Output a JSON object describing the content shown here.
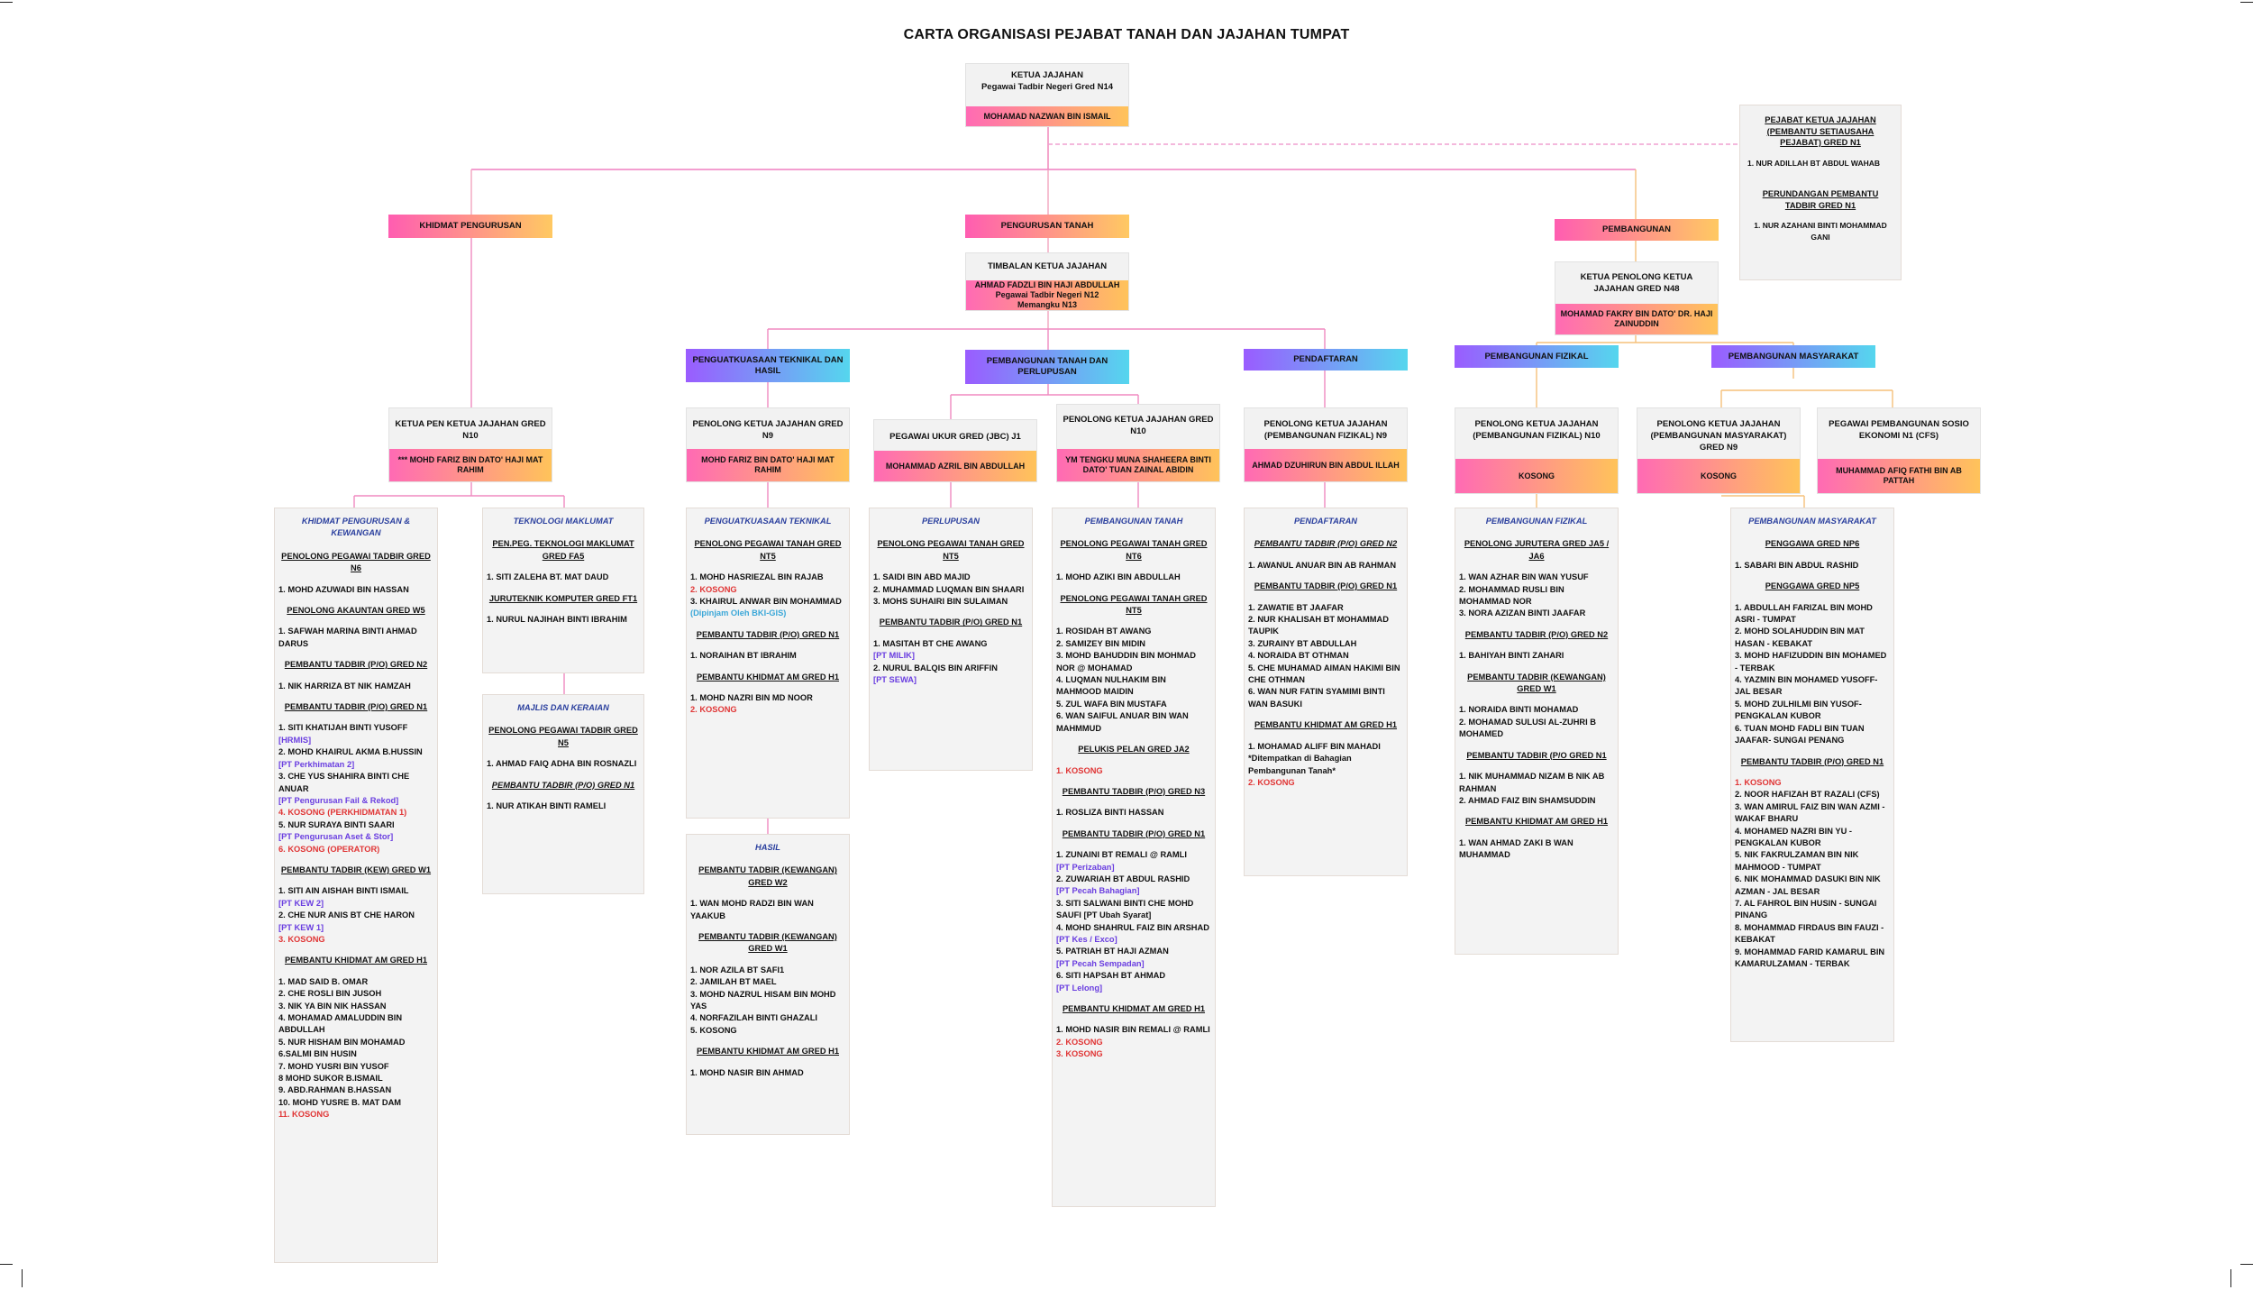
{
  "title": "CARTA ORGANISASI PEJABAT TANAH DAN JAJAHAN TUMPAT",
  "colors": {
    "warm_start": "#ff5db1",
    "warm_end": "#ffc962",
    "cool_start": "#9a5cff",
    "cool_end": "#55d6ee",
    "kosong": "#e03535",
    "tag": "#6a3ee0",
    "column_title": "#2a3f9e"
  },
  "ketua": {
    "title": "KETUA JAJAHAN",
    "grade": "Pegawai Tadbir Negeri Gred N14",
    "name": "MOHAMAD NAZWAN BIN ISMAIL"
  },
  "pejabat_ketua": {
    "heading1": "PEJABAT KETUA JAJAHAN (PEMBANTU SETIAUSAHA PEJABAT) GRED N1",
    "item1": "1.    NUR ADILLAH BT ABDUL WAHAB",
    "heading2": "PERUNDANGAN PEMBANTU TADBIR GRED N1",
    "item2": "1.    NUR AZAHANI BINTI MOHAMMAD GANI"
  },
  "divisions": {
    "khidmat": "KHIDMAT PENGURUSAN",
    "pengurusan_tanah": "PENGURUSAN TANAH",
    "pembangunan": "PEMBANGUNAN"
  },
  "timbalan": {
    "title": "TIMBALAN KETUA JAJAHAN",
    "name": "AHMAD FADZLI BIN HAJI ABDULLAH",
    "grade": "Pegawai Tadbir Negeri N12",
    "note": "Memangku N13"
  },
  "ketua_penolong": {
    "title": "KETUA PENOLONG KETUA JAJAHAN GRED N48",
    "name": "MOHAMAD FAKRY BIN DATO' DR. HAJI ZAINUDDIN"
  },
  "units": {
    "penguatkuasaan": "PENGUATKUASAAN TEKNIKAL DAN HASIL",
    "pembangunan_tanah": "PEMBANGUNAN TANAH DAN PERLUPUSAN",
    "pendaftaran": "PENDAFTARAN",
    "fizikal": "PEMBANGUNAN FIZIKAL",
    "masyarakat": "PEMBANGUNAN MASYARAKAT"
  },
  "heads": {
    "khidmat": {
      "title": "KETUA PEN KETUA JAJAHAN GRED N10",
      "name": "*** MOHD FARIZ BIN DATO' HAJI MAT RAHIM"
    },
    "penguatkuasaan": {
      "title": "PENOLONG KETUA JAJAHAN GRED N9",
      "name": "MOHD FARIZ BIN DATO' HAJI MAT RAHIM"
    },
    "ukur": {
      "title": "PEGAWAI UKUR GRED (JBC) J1",
      "name": "MOHAMMAD AZRIL BIN ABDULLAH"
    },
    "pembangunan_tanah": {
      "title": "PENOLONG KETUA JAJAHAN GRED N10",
      "name": "YM TENGKU MUNA SHAHEERA BINTI DATO' TUAN ZAINAL ABIDIN"
    },
    "pendaftaran": {
      "title": "PENOLONG KETUA JAJAHAN (PEMBANGUNAN FIZIKAL) N9",
      "name": "AHMAD DZUHIRUN BIN ABDUL ILLAH"
    },
    "fizikal": {
      "title": "PENOLONG KETUA JAJAHAN (PEMBANGUNAN FIZIKAL) N10",
      "name": "KOSONG"
    },
    "masyarakat": {
      "title": "PENOLONG KETUA JAJAHAN (PEMBANGUNAN MASYARAKAT) GRED N9",
      "name": "KOSONG"
    },
    "sosio": {
      "title": "PEGAWAI PEMBANGUNAN SOSIO EKONOMI N1 (CFS)",
      "name": "MUHAMMAD AFIQ FATHI BIN AB PATTAH"
    }
  },
  "panels": {
    "khidmat": {
      "title": "KHIDMAT PENGURUSAN & KEWANGAN",
      "groups": [
        {
          "heading": "PENOLONG PEGAWAI TADBIR GRED N6",
          "items": [
            {
              "t": "1. MOHD AZUWADI BIN HASSAN"
            }
          ]
        },
        {
          "heading": "PENOLONG AKAUNTAN GRED W5",
          "items": [
            {
              "t": "1. SAFWAH MARINA BINTI AHMAD DARUS"
            }
          ]
        },
        {
          "heading": "PEMBANTU TADBIR (P/O) GRED N2",
          "items": [
            {
              "t": "1. NIK HARRIZA BT NIK HAMZAH"
            }
          ]
        },
        {
          "heading": "PEMBANTU TADBIR (P/O) GRED N1",
          "items": [
            {
              "t": "1. SITI KHATIJAH BINTI YUSOFF"
            },
            {
              "t": "[HRMIS]",
              "c": "pur"
            },
            {
              "t": "2. MOHD KHAIRUL AKMA B.HUSSIN"
            },
            {
              "t": "[PT Perkhimatan 2]",
              "c": "pur"
            },
            {
              "t": "3. CHE YUS SHAHIRA BINTI CHE ANUAR"
            },
            {
              "t": "[PT Pengurusan Fail & Rekod]",
              "c": "pur"
            },
            {
              "t": "4. KOSONG (PERKHIDMATAN 1)",
              "c": "red"
            },
            {
              "t": "5. NUR SURAYA BINTI SAARI"
            },
            {
              "t": "[PT Pengurusan Aset & Stor]",
              "c": "pur"
            },
            {
              "t": "6. KOSONG (OPERATOR)",
              "c": "red"
            }
          ]
        },
        {
          "heading": "PEMBANTU TADBIR (KEW) GRED W1",
          "items": [
            {
              "t": "1. SITI AIN AISHAH BINTI ISMAIL"
            },
            {
              "t": "[PT KEW 2]",
              "c": "pur"
            },
            {
              "t": "2. CHE NUR ANIS BT CHE HARON"
            },
            {
              "t": "[PT KEW 1]",
              "c": "pur"
            },
            {
              "t": "3. KOSONG",
              "c": "red"
            }
          ]
        },
        {
          "heading": "PEMBANTU KHIDMAT AM GRED H1",
          "items": [
            {
              "t": "1. MAD SAID B. OMAR"
            },
            {
              "t": "2. CHE ROSLI BIN JUSOH"
            },
            {
              "t": "3. NIK YA BIN NIK HASSAN"
            },
            {
              "t": "4. MOHAMAD AMALUDDIN BIN ABDULLAH"
            },
            {
              "t": "5. NUR HISHAM BIN MOHAMAD"
            },
            {
              "t": "6.SALMI BIN HUSIN"
            },
            {
              "t": "7. MOHD YUSRI BIN YUSOF"
            },
            {
              "t": "8  MOHD SUKOR B.ISMAIL"
            },
            {
              "t": "9. ABD.RAHMAN B.HASSAN"
            },
            {
              "t": "10. MOHD YUSRE B. MAT DAM"
            },
            {
              "t": "11. KOSONG",
              "c": "red"
            }
          ]
        }
      ]
    },
    "teknologi": {
      "title": "TEKNOLOGI MAKLUMAT",
      "groups": [
        {
          "heading": "PEN.PEG. TEKNOLOGI MAKLUMAT GRED FA5",
          "items": [
            {
              "t": "1. SITI ZALEHA BT. MAT DAUD"
            }
          ]
        },
        {
          "heading": "JURUTEKNIK KOMPUTER GRED FT1",
          "items": [
            {
              "t": "1. NURUL NAJIHAH BINTI IBRAHIM"
            }
          ]
        }
      ]
    },
    "majlis": {
      "title": "MAJLIS DAN KERAIAN",
      "groups": [
        {
          "heading": "PENOLONG PEGAWAI TADBIR GRED N5",
          "items": [
            {
              "t": "1. AHMAD FAIQ ADHA BIN ROSNAZLI"
            }
          ]
        },
        {
          "heading": "PEMBANTU TADBIR (P/O) GRED N1",
          "it": true,
          "items": [
            {
              "t": "1. NUR ATIKAH BINTI RAMELI"
            }
          ]
        }
      ]
    },
    "penguatkuasaan": {
      "title": "PENGUATKUASAAN TEKNIKAL",
      "groups": [
        {
          "heading": "PENOLONG PEGAWAI TANAH GRED NT5",
          "items": [
            {
              "t": "1. MOHD HASRIEZAL BIN RAJAB"
            },
            {
              "t": "2. KOSONG",
              "c": "red"
            },
            {
              "t": "3. KHAIRUL ANWAR BIN MOHAMMAD"
            },
            {
              "t": "(Dipinjam Oleh BKI-GIS)",
              "c": "blu"
            }
          ]
        },
        {
          "heading": "PEMBANTU TADBIR (P/O) GRED N1",
          "items": [
            {
              "t": "1. NORAIHAN BT IBRAHIM"
            }
          ]
        },
        {
          "heading": "PEMBANTU KHIDMAT AM GRED H1",
          "items": [
            {
              "t": "1. MOHD NAZRI BIN MD NOOR"
            },
            {
              "t": "2. KOSONG",
              "c": "red"
            }
          ]
        }
      ]
    },
    "hasil": {
      "title": "HASIL",
      "groups": [
        {
          "heading": "PEMBANTU TADBIR (KEWANGAN) GRED W2",
          "items": [
            {
              "t": "1. WAN MOHD RADZI BIN WAN YAAKUB"
            }
          ]
        },
        {
          "heading": "PEMBANTU TADBIR (KEWANGAN) GRED W1",
          "items": [
            {
              "t": "1. NOR AZILA BT SAFI1"
            },
            {
              "t": "2. JAMILAH BT MAEL"
            },
            {
              "t": "3. MOHD NAZRUL HISAM BIN MOHD YAS"
            },
            {
              "t": "4. NORFAZILAH BINTI GHAZALI"
            },
            {
              "t": "5. KOSONG"
            }
          ]
        },
        {
          "heading": "PEMBANTU KHIDMAT AM GRED H1",
          "items": [
            {
              "t": "1. MOHD NASIR BIN AHMAD"
            }
          ]
        }
      ]
    },
    "perlupusan": {
      "title": "PERLUPUSAN",
      "groups": [
        {
          "heading": "PENOLONG PEGAWAI TANAH GRED NT5",
          "items": [
            {
              "t": "1. SAIDI BIN ABD MAJID"
            },
            {
              "t": "2. MUHAMMAD LUQMAN BIN SHAARI"
            },
            {
              "t": "3. MOHS SUHAIRI BIN SULAIMAN"
            }
          ]
        },
        {
          "heading": "PEMBANTU TADBIR (P/O) GRED N1",
          "items": [
            {
              "t": "1. MASITAH BT CHE AWANG"
            },
            {
              "t": "[PT MILIK]",
              "c": "pur"
            },
            {
              "t": "2. NURUL BALQIS BIN ARIFFIN"
            },
            {
              "t": "[PT SEWA]",
              "c": "pur"
            }
          ]
        }
      ]
    },
    "pembangunan_tanah": {
      "title": "PEMBANGUNAN TANAH",
      "groups": [
        {
          "heading": "PENOLONG PEGAWAI TANAH GRED NT6",
          "items": [
            {
              "t": "1. MOHD AZIKI BIN ABDULLAH"
            }
          ]
        },
        {
          "heading": "PENOLONG PEGAWAI TANAH GRED NT5",
          "items": [
            {
              "t": "1. ROSIDAH BT AWANG"
            },
            {
              "t": "2. SAMIZEY BIN MIDIN"
            },
            {
              "t": "3. MOHD BAHUDDIN BIN MOHMAD NOR @ MOHAMAD"
            },
            {
              "t": "4. LUQMAN NULHAKIM BIN MAHMOOD MAIDIN"
            },
            {
              "t": "5. ZUL WAFA BIN MUSTAFA"
            },
            {
              "t": "6. WAN SAIFUL ANUAR BIN WAN MAHMMUD"
            }
          ]
        },
        {
          "heading": "PELUKIS PELAN GRED JA2",
          "items": [
            {
              "t": "1. KOSONG",
              "c": "red"
            }
          ]
        },
        {
          "heading": "PEMBANTU TADBIR (P/O) GRED N3",
          "items": [
            {
              "t": "1. ROSLIZA BINTI HASSAN"
            }
          ]
        },
        {
          "heading": "PEMBANTU TADBIR (P/O) GRED N1",
          "items": [
            {
              "t": "1. ZUNAINI BT REMALI @ RAMLI"
            },
            {
              "t": "    [PT Perizaban]",
              "c": "pur"
            },
            {
              "t": "2. ZUWARIAH BT ABDUL RASHID"
            },
            {
              "t": "    [PT Pecah Bahagian]",
              "c": "pur"
            },
            {
              "t": "3. SITI SALWANI BINTI CHE MOHD SAUFI  [PT Ubah Syarat]"
            },
            {
              "t": "4. MOHD SHAHRUL FAIZ BIN ARSHAD"
            },
            {
              "t": "    [PT Kes / Exco]",
              "c": "pur"
            },
            {
              "t": "5. PATRIAH BT HAJI AZMAN"
            },
            {
              "t": "    [PT Pecah Sempadan]",
              "c": "pur"
            },
            {
              "t": "6. SITI HAPSAH BT AHMAD"
            },
            {
              "t": "    [PT Lelong]",
              "c": "pur"
            }
          ]
        },
        {
          "heading": "PEMBANTU KHIDMAT AM GRED H1",
          "items": [
            {
              "t": "1. MOHD NASIR BIN REMALI @ RAMLI"
            },
            {
              "t": "2. KOSONG",
              "c": "red"
            },
            {
              "t": "3. KOSONG",
              "c": "red"
            }
          ]
        }
      ]
    },
    "pendaftaran": {
      "title": "PENDAFTARAN",
      "groups": [
        {
          "heading": "PEMBANTU TADBIR (P/O) GRED N2",
          "it": true,
          "items": [
            {
              "t": "1. AWANUL ANUAR BIN AB RAHMAN"
            }
          ]
        },
        {
          "heading": "PEMBANTU TADBIR (P/O) GRED N1",
          "items": [
            {
              "t": "1. ZAWATIE BT JAAFAR"
            },
            {
              "t": "2. NUR KHALISAH BT MOHAMMAD TAUPIK"
            },
            {
              "t": "3. ZURAINY BT ABDULLAH"
            },
            {
              "t": "4. NORAIDA BT OTHMAN"
            },
            {
              "t": "5. CHE MUHAMAD AIMAN HAKIMI BIN CHE OTHMAN"
            },
            {
              "t": "6. WAN NUR FATIN SYAMIMI BINTI WAN BASUKI"
            }
          ]
        },
        {
          "heading": "PEMBANTU KHIDMAT AM GRED H1",
          "items": [
            {
              "t": "1. MOHAMAD ALIFF BIN MAHADI"
            },
            {
              "t": "*Ditempatkan di Bahagian Pembangunan Tanah*"
            },
            {
              "t": " "
            },
            {
              "t": "2. KOSONG",
              "c": "red"
            }
          ]
        }
      ]
    },
    "fizikal": {
      "title": "PEMBANGUNAN FIZIKAL",
      "groups": [
        {
          "heading": "PENOLONG JURUTERA GRED JA5 / JA6",
          "items": [
            {
              "t": "1. WAN AZHAR BIN WAN YUSUF"
            },
            {
              "t": "2. MOHAMMAD RUSLI BIN MOHAMMAD NOR"
            },
            {
              "t": "3. NORA AZIZAN BINTI JAAFAR"
            }
          ]
        },
        {
          "heading": "PEMBANTU TADBIR (P/O) GRED N2",
          "items": [
            {
              "t": "1. BAHIYAH BINTI ZAHARI"
            }
          ]
        },
        {
          "heading": "PEMBANTU TADBIR (KEWANGAN) GRED W1",
          "items": [
            {
              "t": "1. NORAIDA BINTI MOHAMAD"
            },
            {
              "t": "2. MOHAMAD SULUSI AL-ZUHRI B MOHAMED"
            }
          ]
        },
        {
          "heading": "PEMBANTU TADBIR (P/O GRED N1",
          "items": [
            {
              "t": "1. NIK MUHAMMAD NIZAM B NIK AB RAHMAN"
            },
            {
              "t": "2. AHMAD FAIZ BIN SHAMSUDDIN"
            }
          ]
        },
        {
          "heading": "PEMBANTU KHIDMAT AM GRED H1",
          "items": [
            {
              "t": "1. WAN AHMAD ZAKI B WAN MUHAMMAD"
            }
          ]
        }
      ]
    },
    "masyarakat": {
      "title": "PEMBANGUNAN MASYARAKAT",
      "groups": [
        {
          "heading": "PENGGAWA GRED NP6",
          "items": [
            {
              "t": "1. SABARI BIN ABDUL RASHID"
            }
          ]
        },
        {
          "heading": "PENGGAWA GRED NP5",
          "items": [
            {
              "t": "1. ABDULLAH FARIZAL BIN MOHD ASRI - TUMPAT"
            },
            {
              "t": "2. MOHD SOLAHUDDIN BIN MAT HASAN - KEBAKAT"
            },
            {
              "t": "3. MOHD HAFIZUDDIN BIN MOHAMED - TERBAK"
            },
            {
              "t": "4.  YAZMIN BIN MOHAMED YUSOFF- JAL BESAR"
            },
            {
              "t": "5. MOHD ZULHILMI BIN YUSOF- PENGKALAN KUBOR"
            },
            {
              "t": "6. TUAN MOHD FADLI BIN TUAN JAAFAR- SUNGAI PENANG"
            }
          ]
        },
        {
          "heading": "PEMBANTU TADBIR (P/O) GRED N1",
          "items": [
            {
              "t": "1. KOSONG",
              "c": "red"
            },
            {
              "t": "2. NOOR HAFIZAH BT RAZALI (CFS)"
            },
            {
              "t": "3. WAN AMIRUL FAIZ BIN WAN AZMI - WAKAF BHARU"
            },
            {
              "t": "4. MOHAMED NAZRI BIN YU - PENGKALAN KUBOR"
            },
            {
              "t": "5. NIK FAKRULZAMAN BIN NIK MAHMOOD - TUMPAT"
            },
            {
              "t": "6. NIK MOHAMMAD DASUKI BIN NIK AZMAN - JAL BESAR"
            },
            {
              "t": "7. AL FAHROL BIN HUSIN - SUNGAI PINANG"
            },
            {
              "t": "8. MOHAMMAD FIRDAUS BIN FAUZI - KEBAKAT"
            },
            {
              "t": "9. MOHAMMAD FARID KAMARUL BIN KAMARULZAMAN - TERBAK"
            }
          ]
        }
      ]
    }
  }
}
